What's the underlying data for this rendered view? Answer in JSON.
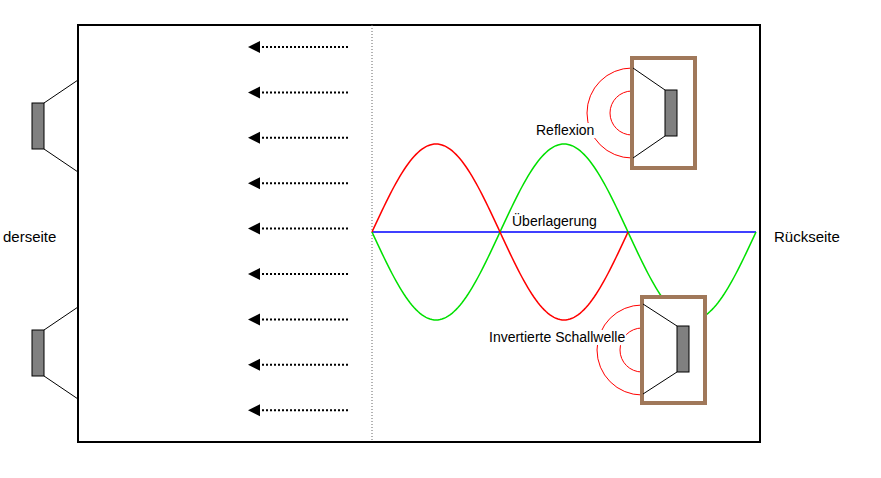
{
  "diagram": {
    "labels": [
      "Reflexion",
      "Überlagerung",
      "Invertierte Schallwelle",
      "derseite",
      "Rückseite"
    ]
  }
}
